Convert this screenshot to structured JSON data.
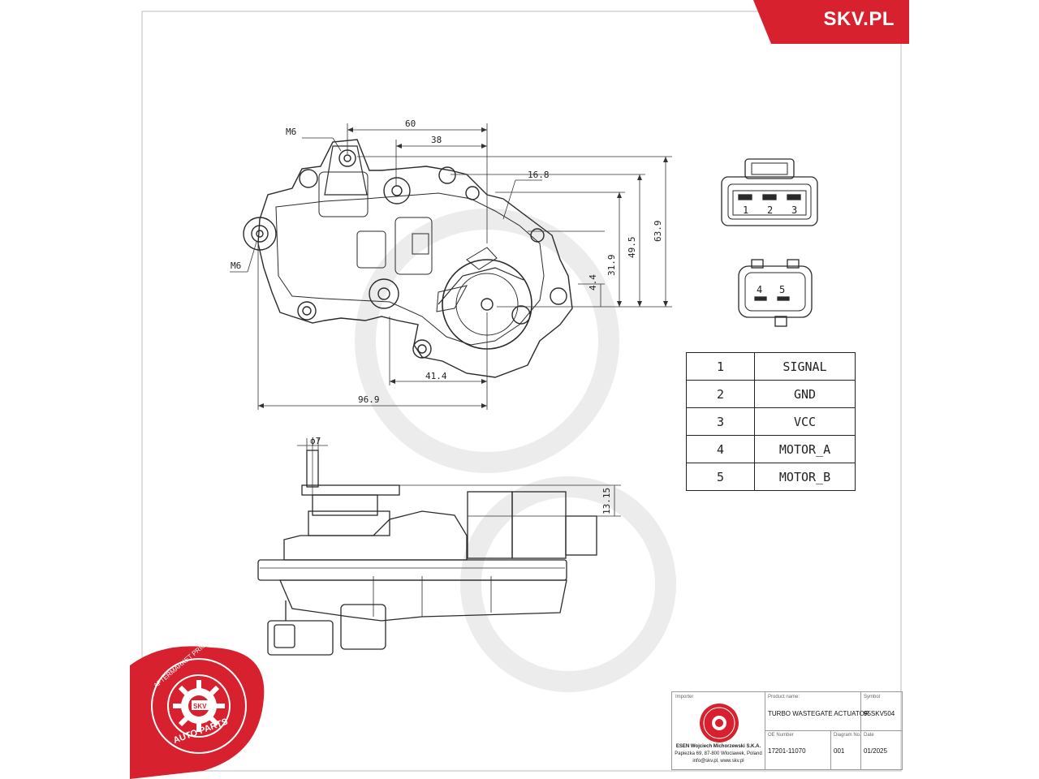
{
  "brand": {
    "site": "SKV.PL",
    "accent": "#d7212e"
  },
  "dimensions": {
    "m6_top": "M6",
    "m6_left": "M6",
    "d60": "60",
    "d38": "38",
    "d16_8": "16.8",
    "d63_9": "63.9",
    "d49_5": "49.5",
    "d31_9": "31.9",
    "d4_4": "4.4",
    "d41_4": "41.4",
    "d96_9": "96.9",
    "phi7": "ϕ7",
    "d13_15": "13.15"
  },
  "connector": {
    "top_pins": [
      "1",
      "2",
      "3"
    ],
    "bottom_pins": [
      "4",
      "5"
    ]
  },
  "pinout": [
    {
      "pin": "1",
      "signal": "SIGNAL"
    },
    {
      "pin": "2",
      "signal": "GND"
    },
    {
      "pin": "3",
      "signal": "VCC"
    },
    {
      "pin": "4",
      "signal": "MOTOR_A"
    },
    {
      "pin": "5",
      "signal": "MOTOR_B"
    }
  ],
  "seal": {
    "ring_text": "AFTERMARKET PRICE · OE QUALITY",
    "bottom_text": "AUTO PARTS",
    "center": "SKV",
    "color": "#d7212e"
  },
  "title_block": {
    "importer_label": "Importer",
    "importer_name": "ESEN Wojciech Michorzewski S.K.A.",
    "importer_address": "Papiezka 69, 87-800 Wloclawek, Poland",
    "importer_contact": "info@skv.pl, www.skv.pl",
    "product_label": "Product name:",
    "product_name": "TURBO WASTEGATE ACTUATOR",
    "symbol_label": "Symbol",
    "symbol": "95SKV504",
    "oe_label": "OE Number",
    "oe_number": "17201-11070",
    "diagram_label": "Diagram No.",
    "diagram_no": "001",
    "date_label": "Date",
    "date": "01/2025"
  }
}
